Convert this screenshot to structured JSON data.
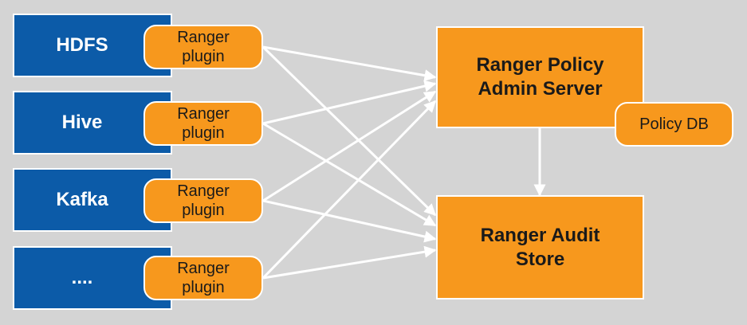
{
  "colors": {
    "background": "#d4d4d4",
    "service_blue": "#0c5ba8",
    "ranger_orange": "#f7981d",
    "border_white": "#ffffff",
    "text_dark": "#1a1a1a",
    "text_light": "#ffffff"
  },
  "services": [
    {
      "label": "HDFS",
      "plugin_line1": "Ranger",
      "plugin_line2": "plugin"
    },
    {
      "label": "Hive",
      "plugin_line1": "Ranger",
      "plugin_line2": "plugin"
    },
    {
      "label": "Kafka",
      "plugin_line1": "Ranger",
      "plugin_line2": "plugin"
    },
    {
      "label": "....",
      "plugin_line1": "Ranger",
      "plugin_line2": "plugin"
    }
  ],
  "policy_admin": {
    "line1": "Ranger Policy",
    "line2": "Admin Server"
  },
  "policy_db": {
    "label": "Policy DB"
  },
  "audit_store": {
    "line1": "Ranger Audit",
    "line2": "Store"
  }
}
